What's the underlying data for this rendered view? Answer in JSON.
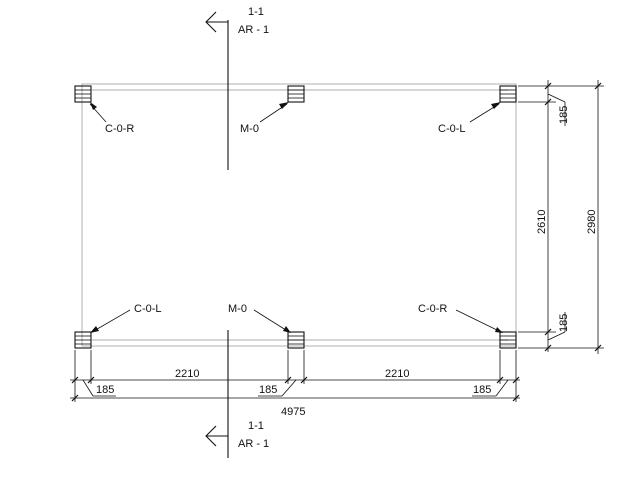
{
  "section_marks": {
    "top": {
      "line1": "1-1",
      "line2": "AR - 1"
    },
    "bottom": {
      "line1": "1-1",
      "line2": "AR - 1"
    }
  },
  "column_labels": {
    "top_left": "C-0-R",
    "top_middle": "M-0",
    "top_right": "C-0-L",
    "bottom_left": "C-0-L",
    "bottom_middle": "M-0",
    "bottom_right": "C-0-R"
  },
  "dimensions": {
    "horizontal": {
      "left_post": "185",
      "left_span": "2210",
      "middle_post": "185",
      "right_span": "2210",
      "right_post": "185",
      "overall": "4975"
    },
    "vertical": {
      "top_post": "185",
      "inner_span": "2610",
      "bottom_post": "185",
      "overall": "2980"
    }
  },
  "colors": {
    "ink": "#111111",
    "outline": "#bdbdbd",
    "background": "#ffffff"
  }
}
